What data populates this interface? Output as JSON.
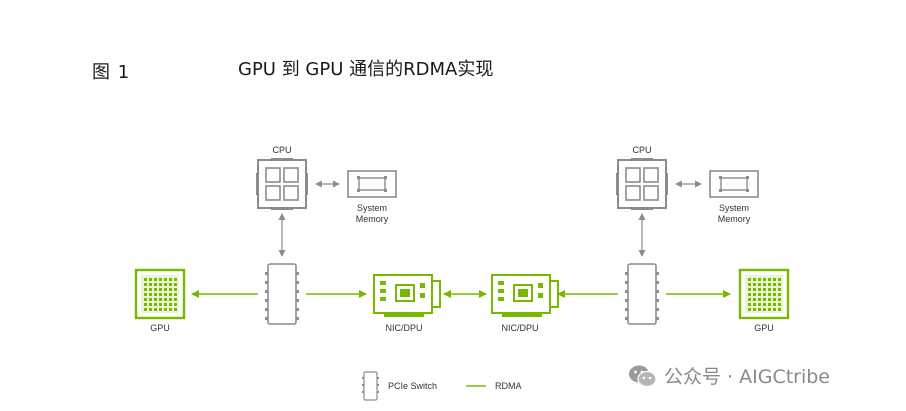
{
  "figure": {
    "label": "图 1",
    "title": "GPU 到 GPU 通信的RDMA实现"
  },
  "nodes": {
    "cpu_label": "CPU",
    "memory_label_line1": "System",
    "memory_label_line2": "Memory",
    "gpu_label": "GPU",
    "nic_label": "NIC/DPU"
  },
  "legend": {
    "pcie_label": "PCIe Switch",
    "rdma_label": "RDMA"
  },
  "colors": {
    "nvidia_green": "#76b900",
    "gray": "#8c8c8c"
  },
  "watermark": {
    "text": "公众号 · AIGCtribe"
  }
}
